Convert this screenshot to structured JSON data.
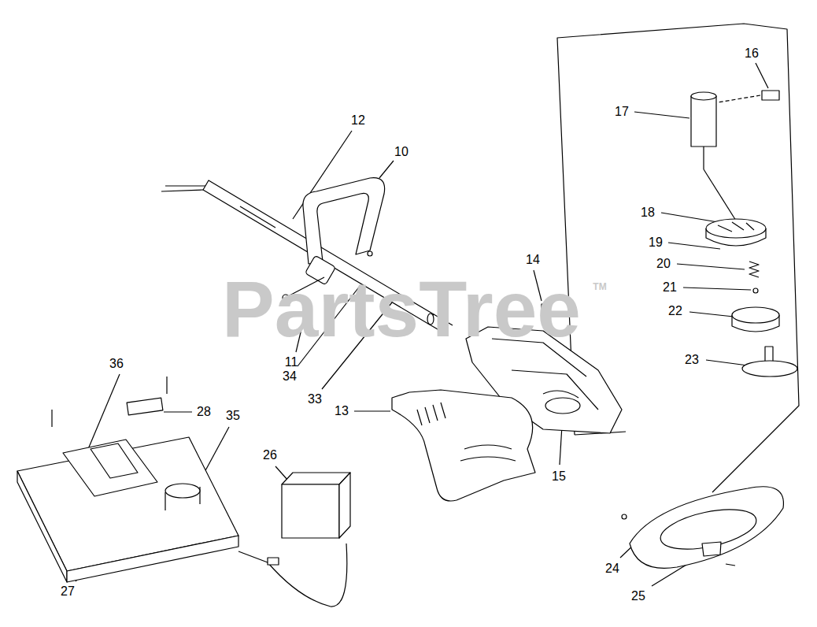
{
  "diagram": {
    "labels": [
      "12",
      "10",
      "16",
      "17",
      "14",
      "18",
      "19",
      "20",
      "21",
      "11",
      "34",
      "33",
      "22",
      "23",
      "36",
      "28",
      "13",
      "15",
      "35",
      "26",
      "27",
      "24",
      "25",
      "PartsTree",
      "TM"
    ]
  }
}
